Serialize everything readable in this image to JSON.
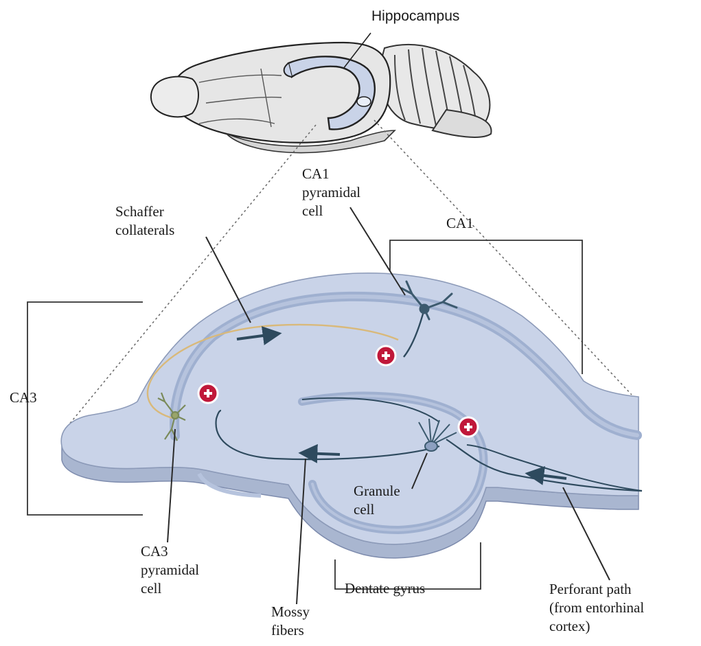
{
  "labels": {
    "hippocampus": "Hippocampus",
    "ca1_region": "CA1",
    "ca3_region": "CA3",
    "ca1_pyramidal_cell": [
      "CA1",
      "pyramidal",
      "cell"
    ],
    "schaffer_collaterals": [
      "Schaffer",
      "collaterals"
    ],
    "granule_cell": [
      "Granule",
      "cell"
    ],
    "ca3_pyramidal_cell": [
      "CA3",
      "pyramidal",
      "cell"
    ],
    "mossy_fibers": [
      "Mossy",
      "fibers"
    ],
    "dentate_gyrus": "Dentate gyrus",
    "perforant_path": [
      "Perforant path",
      "(from entorhinal",
      "cortex)"
    ]
  },
  "colors": {
    "slice_fill": "#c9d3e8",
    "slice_edge": "#8c9ab8",
    "cell_layer": "#9fb0d0",
    "fiber": "#2e4a5e",
    "schaffer_fiber": "#d9b97a",
    "synapse_red": "#c0183a"
  }
}
